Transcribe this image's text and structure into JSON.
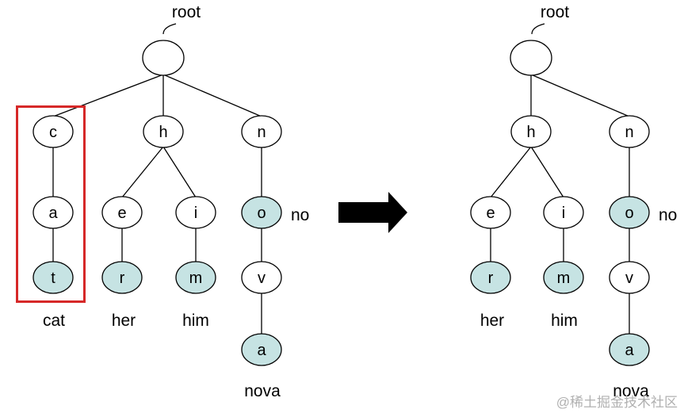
{
  "colors": {
    "node_plain_fill": "#ffffff",
    "node_word_end_fill": "#c6e3e3",
    "stroke": "#000000",
    "highlight_box": "#d62828",
    "arrow": "#000000",
    "watermark": "#b0b0b0"
  },
  "left_tree": {
    "root_label": "root",
    "nodes": [
      {
        "id": "L_root",
        "char": "",
        "word_end": false
      },
      {
        "id": "L_c",
        "char": "c",
        "word_end": false
      },
      {
        "id": "L_a",
        "char": "a",
        "word_end": false
      },
      {
        "id": "L_t",
        "char": "t",
        "word_end": true,
        "word": "cat"
      },
      {
        "id": "L_h",
        "char": "h",
        "word_end": false
      },
      {
        "id": "L_e",
        "char": "e",
        "word_end": false
      },
      {
        "id": "L_r",
        "char": "r",
        "word_end": true,
        "word": "her"
      },
      {
        "id": "L_i",
        "char": "i",
        "word_end": false
      },
      {
        "id": "L_m",
        "char": "m",
        "word_end": true,
        "word": "him"
      },
      {
        "id": "L_n",
        "char": "n",
        "word_end": false
      },
      {
        "id": "L_o",
        "char": "o",
        "word_end": true,
        "word": "no"
      },
      {
        "id": "L_v",
        "char": "v",
        "word_end": false
      },
      {
        "id": "L_a2",
        "char": "a",
        "word_end": true,
        "word": "nova"
      }
    ],
    "edges": [
      [
        "L_root",
        "L_c"
      ],
      [
        "L_root",
        "L_h"
      ],
      [
        "L_root",
        "L_n"
      ],
      [
        "L_c",
        "L_a"
      ],
      [
        "L_a",
        "L_t"
      ],
      [
        "L_h",
        "L_e"
      ],
      [
        "L_h",
        "L_i"
      ],
      [
        "L_e",
        "L_r"
      ],
      [
        "L_i",
        "L_m"
      ],
      [
        "L_n",
        "L_o"
      ],
      [
        "L_o",
        "L_v"
      ],
      [
        "L_v",
        "L_a2"
      ]
    ],
    "highlighted_word": "cat"
  },
  "right_tree": {
    "root_label": "root",
    "nodes": [
      {
        "id": "R_root",
        "char": "",
        "word_end": false
      },
      {
        "id": "R_h",
        "char": "h",
        "word_end": false
      },
      {
        "id": "R_e",
        "char": "e",
        "word_end": false
      },
      {
        "id": "R_r",
        "char": "r",
        "word_end": true,
        "word": "her"
      },
      {
        "id": "R_i",
        "char": "i",
        "word_end": false
      },
      {
        "id": "R_m",
        "char": "m",
        "word_end": true,
        "word": "him"
      },
      {
        "id": "R_n",
        "char": "n",
        "word_end": false
      },
      {
        "id": "R_o",
        "char": "o",
        "word_end": true,
        "word": "no"
      },
      {
        "id": "R_v",
        "char": "v",
        "word_end": false
      },
      {
        "id": "R_a2",
        "char": "a",
        "word_end": true,
        "word": "nova"
      }
    ],
    "edges": [
      [
        "R_root",
        "R_h"
      ],
      [
        "R_root",
        "R_n"
      ],
      [
        "R_h",
        "R_e"
      ],
      [
        "R_h",
        "R_i"
      ],
      [
        "R_e",
        "R_r"
      ],
      [
        "R_i",
        "R_m"
      ],
      [
        "R_n",
        "R_o"
      ],
      [
        "R_o",
        "R_v"
      ],
      [
        "R_v",
        "R_a2"
      ]
    ]
  },
  "watermark": "@稀土掘金技术社区"
}
